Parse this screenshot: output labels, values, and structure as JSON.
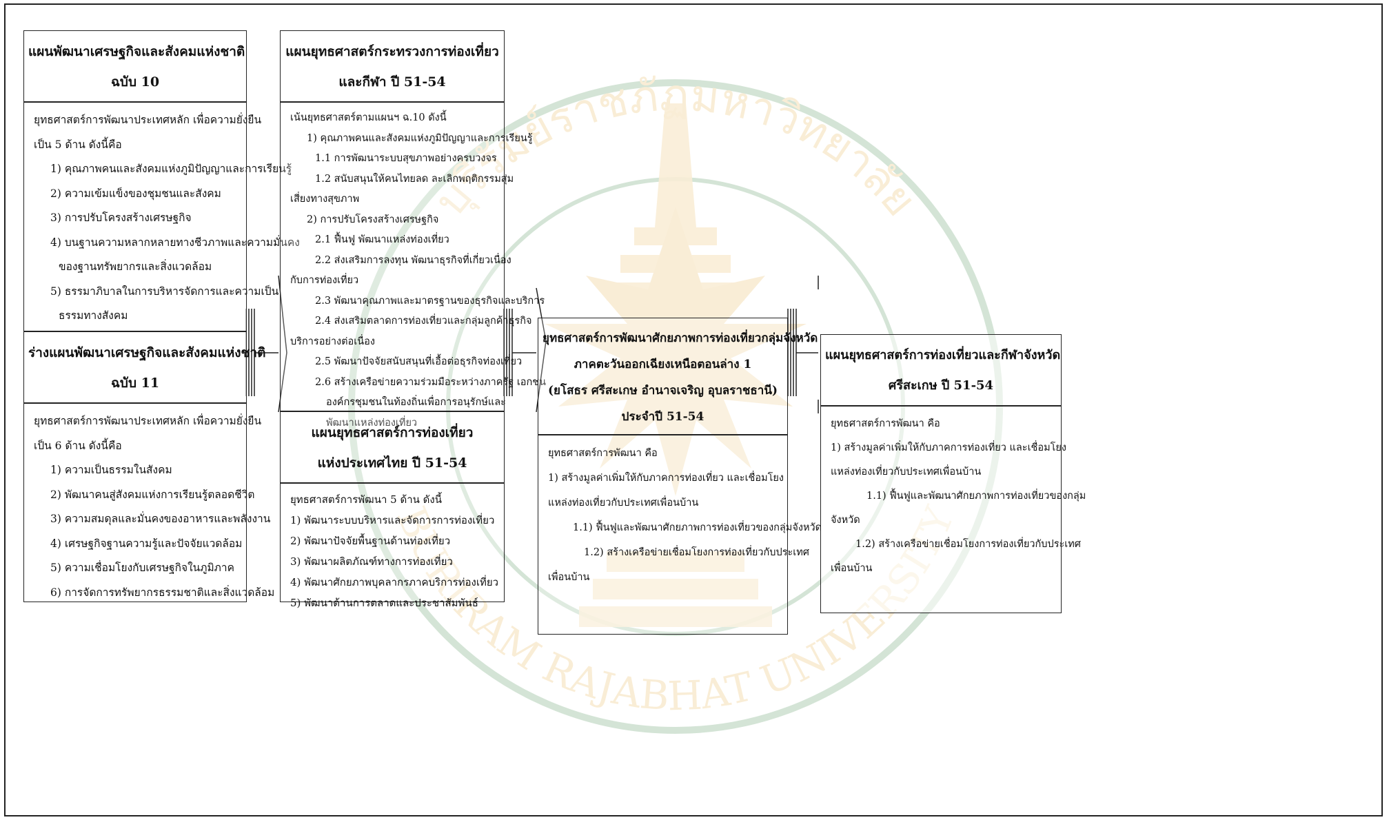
{
  "watermark": {
    "arc_top": "บุรีรัมย์ราชภัฏมหาวิทยาลัย",
    "arc_bottom": "BURIRAM RAJABHAT UNIVERSITY",
    "colors": {
      "gold": "#e6b04a",
      "green": "#3f8a4a"
    }
  },
  "boxes": {
    "national_plan_10": {
      "title": [
        "แผนพัฒนาเศรษฐกิจและสังคมแห่งชาติ",
        "ฉบับ 10"
      ],
      "lines": [
        "ยุทธศาสตร์การพัฒนาประเทศหลัก  เพื่อความยั่งยืน",
        "เป็น 5 ด้าน ดังนี้คือ",
        "1)  คุณภาพคนและสังคมแห่งภูมิปัญญาและการเรียนรู้",
        "2)  ความเข้มแข็งของชุมชนและสังคม",
        "3)  การปรับโครงสร้างเศรษฐกิจ",
        "4)  บนฐานความหลากหลายทางชีวภาพและความมั่นคง",
        "ของฐานทรัพยากรและสิ่งแวดล้อม",
        "5)  ธรรมาภิบาลในการบริหารจัดการและความเป็น",
        "ธรรมทางสังคม"
      ]
    },
    "national_plan_11": {
      "title": [
        "ร่างแผนพัฒนาเศรษฐกิจและสังคมแห่งชาติ",
        "ฉบับ 11"
      ],
      "lines": [
        "ยุทธศาสตร์การพัฒนาประเทศหลัก  เพื่อความยั่งยืน",
        "เป็น 6 ด้าน ดังนี้คือ",
        "1)  ความเป็นธรรมในสังคม",
        "2)  พัฒนาคนสู่สังคมแห่งการเรียนรู้ตลอดชีวิต",
        "3)  ความสมดุลและมั่นคงของอาหารและพลังงาน",
        "4)  เศรษฐกิจฐานความรู้และปัจจัยแวดล้อม",
        "5)  ความเชื่อมโยงกับเศรษฐกิจในภูมิภาค",
        "6)  การจัดการทรัพยากรธรรมชาติและสิ่งแวดล้อม"
      ]
    },
    "ministry_plan": {
      "title": [
        "แผนยุทธศาสตร์กระทรวงการท่องเที่ยว",
        "และกีฬา ปี 51-54"
      ],
      "lines": [
        "เน้นยุทธศาสตร์ตามแผนฯ ฉ.10 ดังนี้",
        "1)  คุณภาพคนและสังคมแห่งภูมิปัญญาและการเรียนรู้",
        "1.1 การพัฒนาระบบสุขภาพอย่างครบวงจร",
        "1.2  สนับสนุนให้คนไทยลด ละเลิกพฤติกรรมสุ่ม",
        "เสี่ยงทางสุขภาพ",
        "2)  การปรับโครงสร้างเศรษฐกิจ",
        "2.1 ฟื้นฟู พัฒนาแหล่งท่องเที่ยว",
        "2.2  ส่งเสริมการลงทุน พัฒนาธุรกิจที่เกี่ยวเนื่อง",
        "กับการท่องเที่ยว",
        "2.3 พัฒนาคุณภาพและมาตรฐานของธุรกิจและบริการ",
        "2.4   ส่งเสริมตลาดการท่องเที่ยวและกลุ่มลูกค้าธุรกิจ",
        "บริการอย่างต่อเนื่อง",
        "2.5 พัฒนาปัจจัยสนับสนุนที่เอื้อต่อธุรกิจท่องเที่ยว",
        "2.6 สร้างเครือข่ายความร่วมมือระหว่างภาครัฐ เอกชน",
        "องค์กรชุมชนในท้องถิ่นเพื่อการอนุรักษ์และ",
        "พัฒนาแหล่งท่องเที่ยว"
      ]
    },
    "thailand_plan": {
      "title": [
        "แผนยุทธศาสตร์การท่องเที่ยว",
        "แห่งประเทศไทย ปี 51-54"
      ],
      "lines": [
        "ยุทธศาสตร์การพัฒนา 5 ด้าน ดังนี้",
        "1) พัฒนาระบบบริหารและจัดการการท่องเที่ยว",
        "2) พัฒนาปัจจัยพื้นฐานด้านท่องเที่ยว",
        "3) พัฒนาผลิตภัณฑ์ทางการท่องเที่ยว",
        "4) พัฒนาศักยภาพบุคลากรภาคบริการท่องเที่ยว",
        "5) พัฒนาด้านการตลาดและประชาสัมพันธ์"
      ]
    },
    "cluster_plan": {
      "title": [
        "ยุทธศาสตร์การพัฒนาศักยภาพการท่องเที่ยวกลุ่มจังหวัด",
        "ภาคตะวันออกเฉียงเหนือตอนล่าง 1",
        "(ยโสธร ศรีสะเกษ อำนาจเจริญ อุบลราชธานี)",
        "ประจำปี 51-54"
      ],
      "lines": [
        "ยุทธศาสตร์การพัฒนา คือ",
        "1)   สร้างมูลค่าเพิ่มให้กับภาคการท่องเที่ยว  และเชื่อมโยง",
        "แหล่งท่องเที่ยวกับประเทศเพื่อนบ้าน",
        "1.1)  ฟื้นฟูและพัฒนาศักยภาพการท่องเที่ยวของกลุ่มจังหวัด",
        "1.2)  สร้างเครือข่ายเชื่อมโยงการท่องเที่ยวกับประเทศ",
        "เพื่อนบ้าน"
      ]
    },
    "province_plan": {
      "title": [
        "แผนยุทธศาสตร์การท่องเที่ยวและกีฬาจังหวัด",
        "ศรีสะเกษ ปี 51-54"
      ],
      "lines": [
        "ยุทธศาสตร์การพัฒนา คือ",
        "1)  สร้างมูลค่าเพิ่มให้กับภาคการท่องเที่ยว และเชื่อมโยง",
        "แหล่งท่องเที่ยวกับประเทศเพื่อนบ้าน",
        "1.1)    ฟื้นฟูและพัฒนาศักยภาพการท่องเที่ยวของกลุ่ม",
        "จังหวัด",
        "1.2) สร้างเครือข่ายเชื่อมโยงการท่องเที่ยวกับประเทศ",
        "เพื่อนบ้าน"
      ]
    }
  }
}
